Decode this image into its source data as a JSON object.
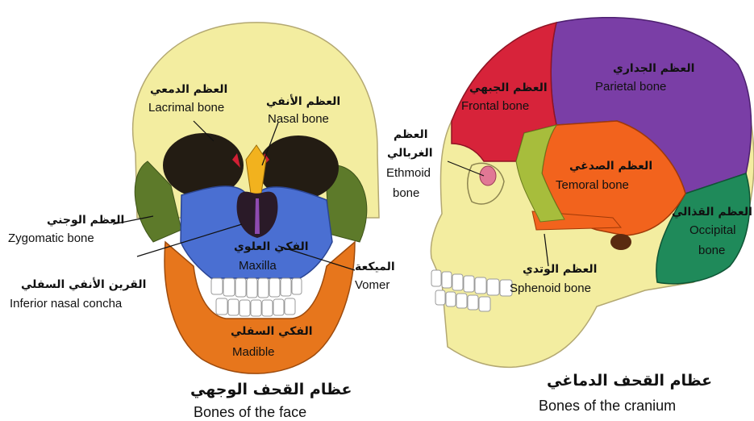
{
  "face": {
    "lacrimal": {
      "ar": "العظم الدمعي",
      "en": "Lacrimal bone"
    },
    "nasal": {
      "ar": "العظم الأنفي",
      "en": "Nasal bone"
    },
    "zygomatic": {
      "ar": "العظم الوجني",
      "en": "Zygomatic bone"
    },
    "maxilla": {
      "ar": "الفكي العلوي",
      "en": "Maxilla"
    },
    "inferior_nasal_concha": {
      "ar": "القرين الأنفي السفلي",
      "en": "Inferior nasal concha"
    },
    "vomer": {
      "ar": "الميكعة",
      "en": "Vomer"
    },
    "mandible": {
      "ar": "الفكي السفلي",
      "en": "Madible"
    },
    "caption": {
      "ar": "عظام القحف الوجهي",
      "en": "Bones of the face"
    }
  },
  "cranium": {
    "frontal": {
      "ar": "العظم الجبهي",
      "en": "Frontal bone"
    },
    "parietal": {
      "ar": "العظم الجداري",
      "en": "Parietal bone"
    },
    "ethmoid": {
      "ar1": "العظم",
      "ar2": "الغربالي",
      "en1": "Ethmoid",
      "en2": "bone"
    },
    "temporal": {
      "ar": "العظم الصدغي",
      "en": "Temoral bone"
    },
    "occipital": {
      "ar": "العظم القذالي",
      "en1": "Occipital",
      "en2": "bone"
    },
    "sphenoid": {
      "ar": "العظم الوتدي",
      "en": "Sphenoid bone"
    },
    "caption": {
      "ar": "عظام القحف الدماغي",
      "en": "Bones of the cranium"
    }
  },
  "colors": {
    "skull": "#f3eda0",
    "maxilla": "#4a6fd2",
    "mandible": "#e7761c",
    "zygomatic": "#5d7a2a",
    "frontal": "#d7233a",
    "parietal": "#7a3ea6",
    "temporal": "#f2631d",
    "occipital": "#1f8a5a",
    "sphenoid": "#a7bd3c",
    "nasal": "#f2b21e"
  }
}
